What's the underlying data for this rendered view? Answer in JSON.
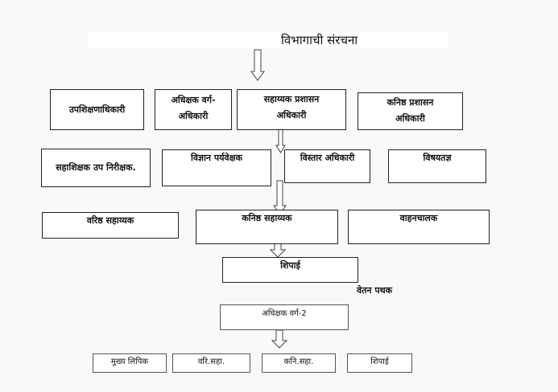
{
  "title": "विभागाची संरचना",
  "level1": {
    "b1": "उपशिक्षणाधिकारी",
    "b2_line1": "अधिक्षक वर्ग-",
    "b2_line2": "अधिकारी",
    "b3_line1": "सहाय्यक प्रशासन",
    "b3_line2": "अधिकारी",
    "b4_line1": "कनिष्ठ प्रशासन",
    "b4_line2": "अधिकारी"
  },
  "level2": {
    "b1": "सहाशिक्षक उप निरीक्षक.",
    "b2": "विज्ञान पर्यवेक्षक",
    "b3": "विस्तार अधिकारी",
    "b4": "विषयतज्ञ"
  },
  "level3": {
    "b1": "वरिष्ठ सहाय्यक",
    "b2": "कनिष्ठ सहाय्यक",
    "b3": "वाहनचालक"
  },
  "level4": {
    "b1": "शिपाई"
  },
  "pay_unit": {
    "heading": "वेतन पथक",
    "head_box": "अधिक्षक वर्ग-2",
    "items": [
      "मुख्य लिपिक",
      "वरि.सहा.",
      "कनि.सहा.",
      "शिपाई"
    ]
  }
}
